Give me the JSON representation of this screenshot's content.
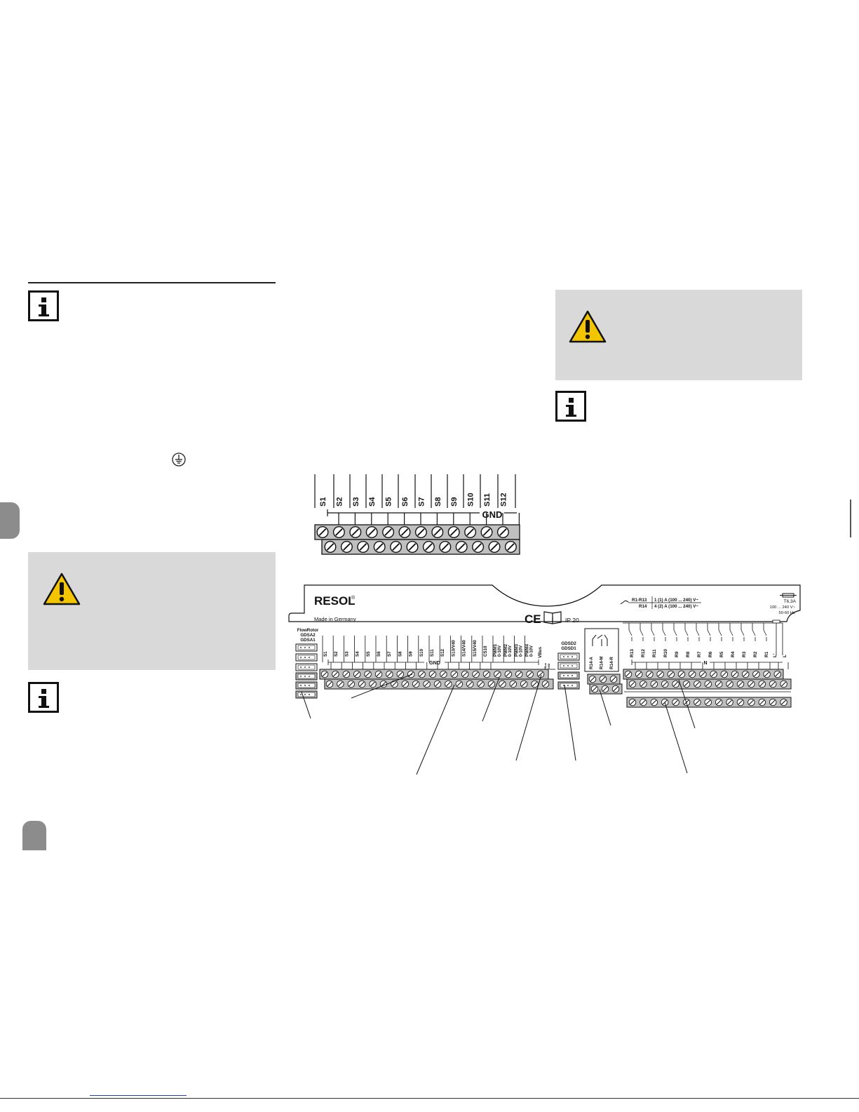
{
  "icons": {
    "info": "info-icon",
    "warning": "warning-triangle-icon",
    "earth": "protective-earth-icon",
    "screw": "screw-terminal-icon",
    "relay": "relay-contact-icon",
    "fuse": "fuse-icon",
    "manual": "manual-book-icon"
  },
  "colors": {
    "warning_box": "#d9d9d9",
    "warning_triangle": "#f2c500",
    "side_tab": "#8c8c8c",
    "terminal_fill": "#bfbfbf"
  },
  "detail": {
    "labels": [
      "S1",
      "S2",
      "S3",
      "S4",
      "S5",
      "S6",
      "S7",
      "S8",
      "S9",
      "S10",
      "S11",
      "S12"
    ],
    "gnd": "GND"
  },
  "board": {
    "brand": "RESOL",
    "brand_mark": "®",
    "made_in": "Made in Germany",
    "ce": "CE",
    "ip": "IP 20",
    "flowrotor": "FlowRotor",
    "gdsa2": "GDSA2",
    "gdsa1": "GDSA1",
    "sensor_labels": [
      "S1",
      "S2",
      "S3",
      "S4",
      "S5",
      "S6",
      "S7",
      "S8",
      "S9",
      "S10",
      "S11",
      "S12",
      "S13/V40",
      "S14/V40",
      "S15/V40",
      "CS10"
    ],
    "pwm_labels": [
      {
        "a": "PWM1",
        "b": "0-10V"
      },
      {
        "a": "PWM2",
        "b": "0-10V"
      },
      {
        "a": "PWM3",
        "b": "0-10V"
      },
      {
        "a": "PWM4",
        "b": "0-10V"
      }
    ],
    "vbus": "VBus",
    "vbus_small_1": "VBus",
    "vbus_small_2": "GND",
    "gnd": "GND",
    "gdsd2": "GDSD2",
    "gdsd1": "GDSD1",
    "r14_labels": [
      "R14-A",
      "R14-M",
      "R14-R"
    ],
    "relay_labels": [
      "R13",
      "R12",
      "R11",
      "R10",
      "R9",
      "R8",
      "R7",
      "R6",
      "R5",
      "R4",
      "R3",
      "R2",
      "R1",
      "L'",
      "L"
    ],
    "n": "N",
    "rating_1_a": "R1-R13",
    "rating_1_b": "1 (1) A (100 ... 240) V~",
    "rating_2_a": "R14",
    "rating_2_b": "4 (2) A (100 ... 240) V~",
    "fuse": "T6,3A",
    "supply_v": "100 ... 240 V~",
    "supply_hz": "50-60 Hz"
  }
}
